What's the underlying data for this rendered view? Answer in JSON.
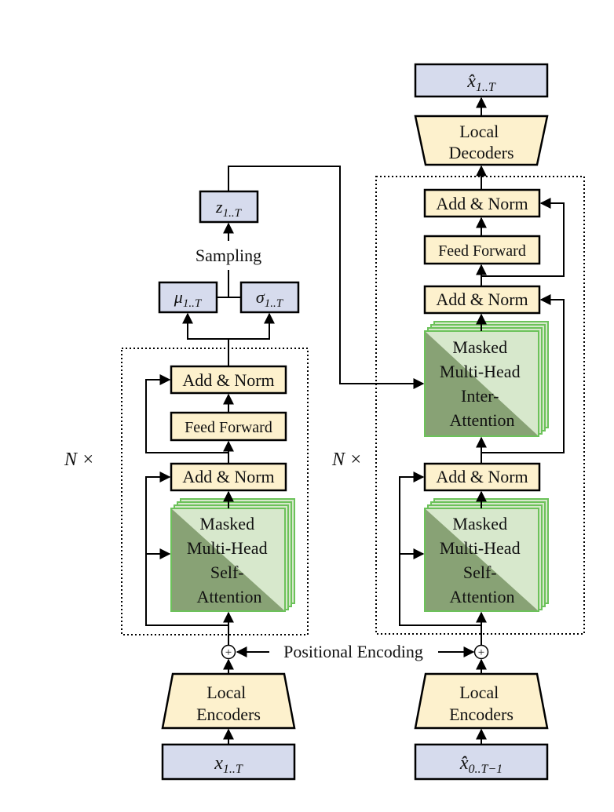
{
  "encoder": {
    "input": {
      "main": "x",
      "sub": "1..T"
    },
    "local_encoders": [
      "Local",
      "Encoders"
    ],
    "n_label": "N ×",
    "self_attention": [
      "Masked",
      "Multi-Head",
      "Self-",
      "Attention"
    ],
    "add_norm_1": "Add & Norm",
    "feed_forward": "Feed Forward",
    "add_norm_2": "Add & Norm",
    "mu": {
      "main": "μ",
      "sub": "1..T"
    },
    "sigma": {
      "main": "σ",
      "sub": "1..T"
    },
    "sampling": "Sampling",
    "z": {
      "main": "z",
      "sub": "1..T"
    }
  },
  "positional_encoding": "Positional Encoding",
  "decoder": {
    "input": {
      "main": "x̂",
      "sub": "0..T−1"
    },
    "local_encoders": [
      "Local",
      "Encoders"
    ],
    "n_label": "N ×",
    "self_attention": [
      "Masked",
      "Multi-Head",
      "Self-",
      "Attention"
    ],
    "add_norm_1": "Add & Norm",
    "inter_attention": [
      "Masked",
      "Multi-Head",
      "Inter-",
      "Attention"
    ],
    "add_norm_2": "Add & Norm",
    "feed_forward": "Feed Forward",
    "add_norm_3": "Add & Norm",
    "local_decoders": [
      "Local",
      "Decoders"
    ],
    "output": {
      "main": "x̂",
      "sub": "1..T"
    }
  },
  "colors": {
    "io_fill": "#d6dbed",
    "block_fill": "#fdf1cd",
    "attn_light": "#d7e8cc",
    "attn_dark": "#7f9a6b",
    "attn_border": "#6cc25a",
    "line": "#000000"
  }
}
